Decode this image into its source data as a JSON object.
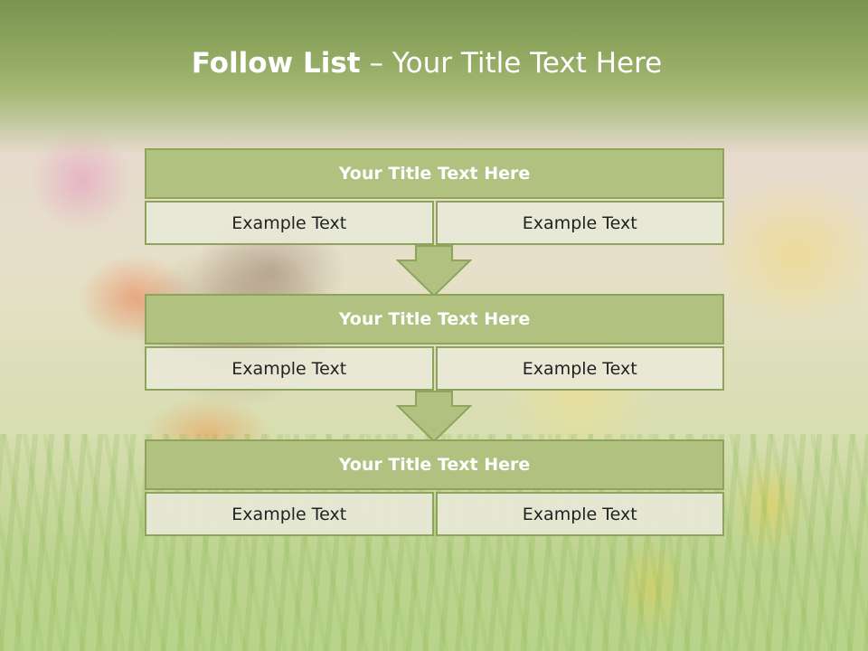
{
  "slide": {
    "title_bold": "Follow List",
    "title_rest": " – Your Title Text Here"
  },
  "blocks": [
    {
      "title": "Your Title Text Here",
      "left_text": "Example Text",
      "right_text": "Example Text"
    },
    {
      "title": "Your Title Text Here",
      "left_text": "Example Text",
      "right_text": "Example Text"
    },
    {
      "title": "Your Title Text Here",
      "left_text": "Example Text",
      "right_text": "Example Text"
    }
  ],
  "colors": {
    "header": "#8ea65e",
    "block_title_fill": "#b0c180",
    "block_border": "#8ea35c",
    "cell_fill": "#e8e8d7",
    "arrow_fill": "#b0c180"
  },
  "icons": {
    "flow_arrow": "down-arrow-icon"
  }
}
